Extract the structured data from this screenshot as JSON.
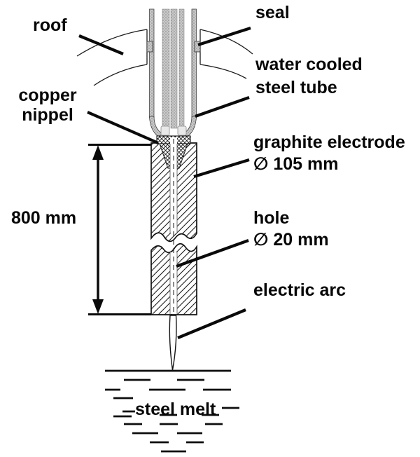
{
  "figure": {
    "type": "technical-diagram",
    "subject": "hollow graphite electrode with electric arc above steel melt"
  },
  "labels": {
    "roof": "roof",
    "seal": "seal",
    "water_cooled_line1": "water cooled",
    "water_cooled_line2": "steel tube",
    "copper_nippel_line1": "copper",
    "copper_nippel_line2": "nippel",
    "graphite_electrode_line1": "graphite electrode",
    "graphite_electrode_line2": "∅ 105 mm",
    "hole_line1": "hole",
    "hole_line2": "∅ 20 mm",
    "electric_arc": "electric arc",
    "dimension_length": "800 mm",
    "steel_melt": "steel melt"
  },
  "colors": {
    "ink": "#070707",
    "tube_gray": "#c9c9c9",
    "background": "#ffffff"
  }
}
